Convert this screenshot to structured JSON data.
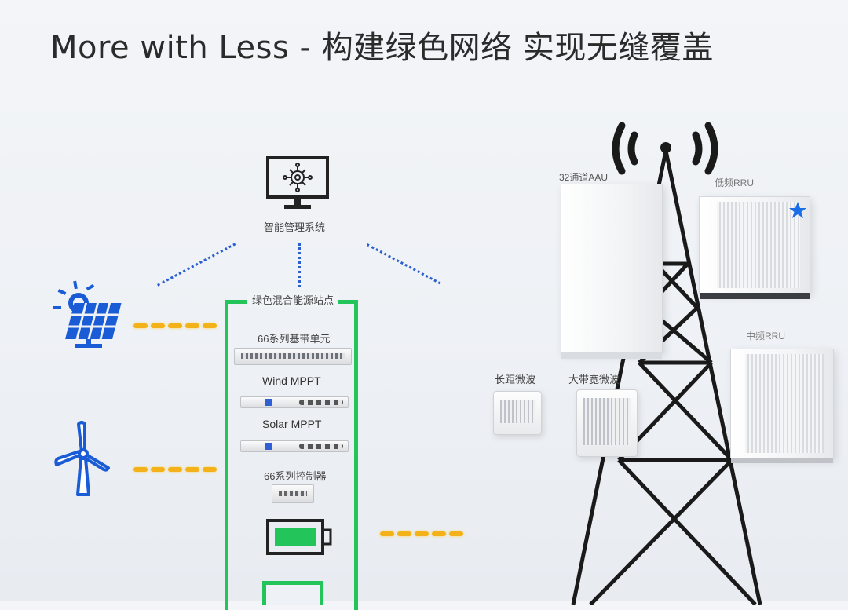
{
  "title": "More with Less - 构建绿色网络 实现无缝覆盖",
  "management": {
    "label": "智能管理系统"
  },
  "station": {
    "title": "绿色混合能源站点",
    "items": [
      {
        "label": "66系列基带单元"
      },
      {
        "label": "Wind MPPT"
      },
      {
        "label": "Solar MPPT"
      },
      {
        "label": "66系列控制器"
      }
    ]
  },
  "tower_units": {
    "aau": "32通道AAU",
    "low_rru": "低频RRU",
    "mid_rru": "中频RRU",
    "long_mw": "长距微波",
    "wide_mw": "大带宽微波"
  },
  "colors": {
    "accent_blue": "#1a5cd6",
    "station_green": "#23c45a",
    "led_amber": "#f3b21a"
  }
}
